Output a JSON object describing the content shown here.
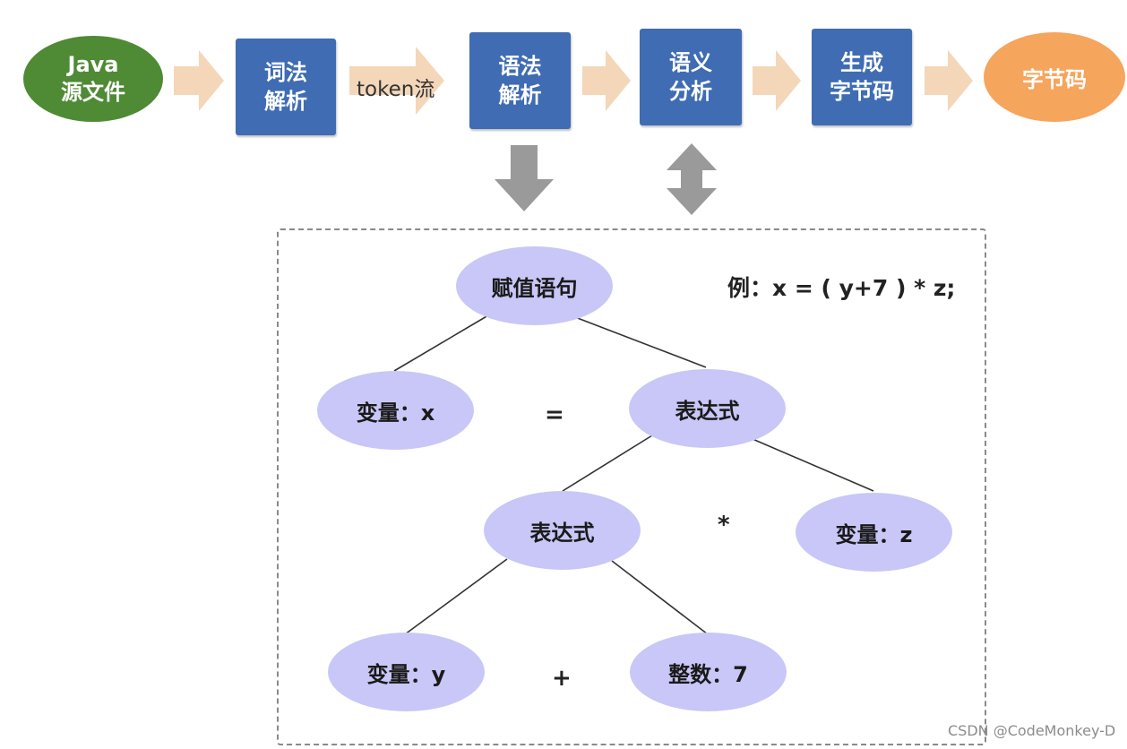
{
  "pipeline": {
    "source": {
      "line1": "Java",
      "line2": "源文件"
    },
    "lexical": {
      "line1": "词法",
      "line2": "解析"
    },
    "token_label": "token流",
    "syntax": {
      "line1": "语法",
      "line2": "解析"
    },
    "semantic": {
      "line1": "语义",
      "line2": "分析"
    },
    "generate": {
      "line1": "生成",
      "line2": "字节码"
    },
    "output": "字节码"
  },
  "tree": {
    "example": "例：x = ( y+7 ) * z;",
    "root": "赋值语句",
    "var_x": "变量：x",
    "eq": "=",
    "expr_top": "表达式",
    "expr_inner": "表达式",
    "mul": "*",
    "var_z": "变量：z",
    "var_y": "变量：y",
    "plus": "+",
    "int_7": "整数：7"
  },
  "colors": {
    "source_fill": "#4f8a35",
    "stage_fill": "#3f6cb3",
    "output_fill": "#f5a55c",
    "flow_arrow": "#f3d7b8",
    "down_arrow": "#9a9a9a",
    "node_fill": "#c9c7f7"
  },
  "watermark": "CSDN @CodeMonkey-D"
}
